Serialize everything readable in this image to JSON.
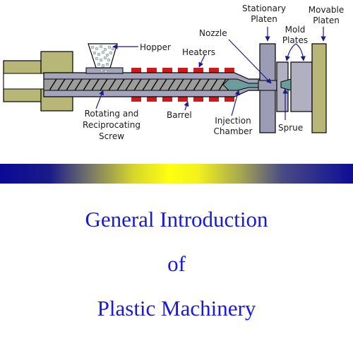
{
  "diagram": {
    "labels": {
      "stationary_platen": [
        "Stationary",
        "Platen"
      ],
      "movable_platen": [
        "Movable",
        "Platen"
      ],
      "mold_plates": [
        "Mold",
        "Plates"
      ],
      "nozzle": "Nozzle",
      "hopper": "Hopper",
      "heaters": "Heaters",
      "rotating_screw": [
        "Rotating and",
        "Reciprocating",
        "Screw"
      ],
      "barrel": "Barrel",
      "injection_chamber": [
        "Injection",
        "Chamber"
      ],
      "sprue": "Sprue"
    },
    "colors": {
      "body": "#b7b777",
      "barrel": "#a4a4bc",
      "screw": "#9c9c9c",
      "melt": "#6b9d9d",
      "heater": "#d01818",
      "platen": "#9c9cb4",
      "mold": "#b0b0c0",
      "pellets": "#cfd8d8",
      "arrow": "#1a1a8a"
    }
  },
  "band": {
    "colors": [
      "#0a0a96",
      "#ffff10",
      "#0d0d96"
    ]
  },
  "title": {
    "line1": "General Introduction",
    "line2": "of",
    "line3": "Plastic Machinery",
    "color": "#1a1ad6"
  }
}
